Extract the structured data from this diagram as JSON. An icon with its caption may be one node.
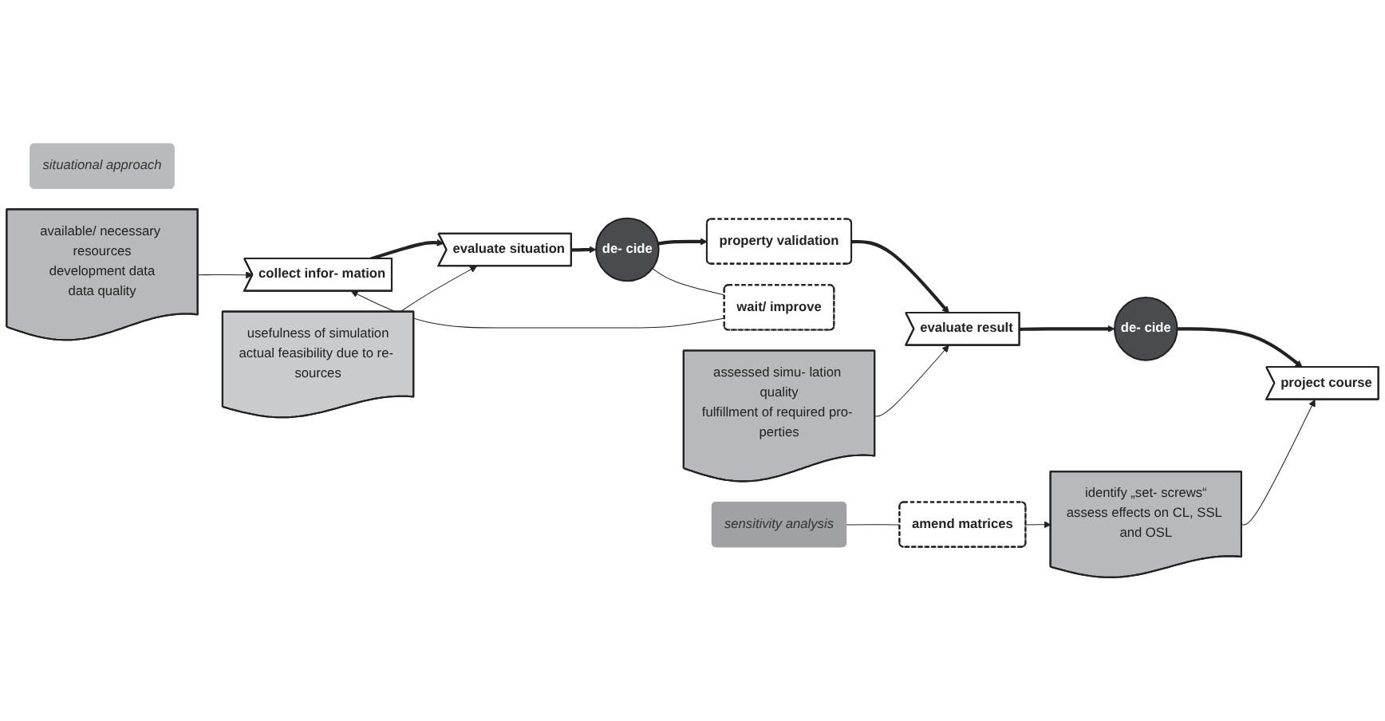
{
  "diagram": {
    "nodes": [
      {
        "text": [
          "collect infor- mation"
        ]
      },
      {
        "text": [
          "evaluate situation"
        ]
      },
      {
        "text": [
          "de- cide"
        ]
      },
      {
        "text": [
          "property validation"
        ]
      },
      {
        "text": [
          "evaluate result"
        ]
      },
      {
        "text": [
          "de- cide"
        ]
      },
      {
        "text": [
          "project course"
        ]
      },
      {
        "text": [
          "wait/ improve"
        ]
      },
      {
        "text": [
          "amend matrices"
        ]
      },
      {
        "text": [
          "situational approach"
        ]
      },
      {
        "text": [
          "sensitivity analysis"
        ]
      },
      {
        "text": [
          "identify „set- screws“",
          "assess effects on CL, SSL and OSL"
        ]
      },
      {
        "text": [
          "available/ necessary resources",
          "development data",
          "data quality"
        ]
      },
      {
        "text": [
          "usefulness of simulation",
          "actual feasibility due to re- sources"
        ]
      },
      {
        "text": [
          "assessed simu- lation quality",
          "fulfillment of required pro- perties"
        ]
      }
    ],
    "edges": [
      {
        "from": 0,
        "to": 1,
        "arrow": "to",
        "style": "thick"
      },
      {
        "from": 1,
        "to": 2,
        "arrow": "to",
        "style": "thick"
      },
      {
        "from": 2,
        "to": 3,
        "arrow": "to",
        "style": "thick"
      },
      {
        "from": 3,
        "to": 4,
        "arrow": "to",
        "style": "thick"
      },
      {
        "from": 4,
        "to": 5,
        "arrow": "to",
        "style": "thick"
      },
      {
        "from": 5,
        "to": 6,
        "arrow": "to",
        "style": "thick"
      },
      {
        "from": 2,
        "to": 7,
        "arrow": "none"
      },
      {
        "from": 7,
        "to": 0,
        "arrow": "to"
      },
      {
        "from": 10,
        "to": 8,
        "arrow": "none"
      },
      {
        "from": 8,
        "to": 11,
        "arrow": "to"
      },
      {
        "from": 11,
        "to": 6,
        "arrow": "to"
      },
      {
        "from": 12,
        "to": 0,
        "arrow": "to"
      },
      {
        "from": 13,
        "to": 1,
        "arrow": "to"
      },
      {
        "from": 14,
        "to": 4,
        "arrow": "to"
      }
    ]
  }
}
